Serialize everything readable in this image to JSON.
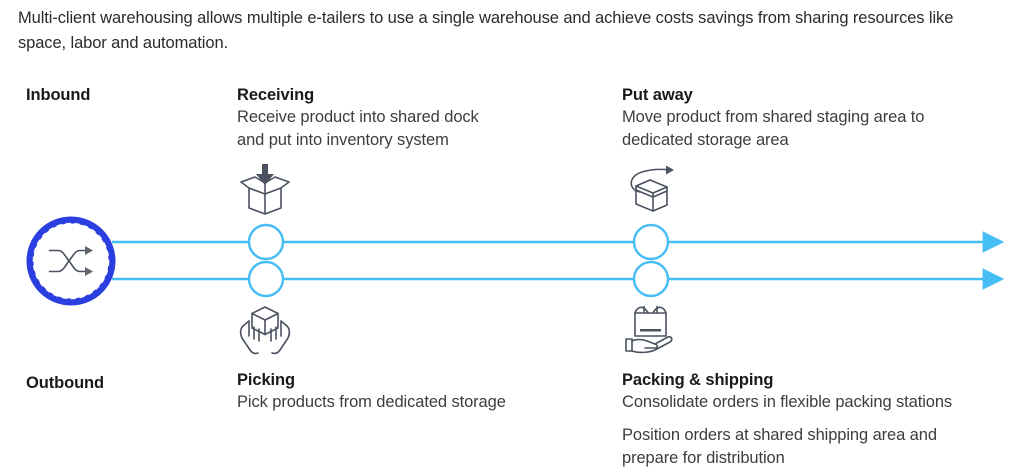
{
  "intro": {
    "text": "Multi-client warehousing allows multiple e-tailers to use a single warehouse and achieve costs savings from sharing resources like space, labor and automation."
  },
  "colors": {
    "hub_ring": "#2b3fe0",
    "rail": "#45bdf5",
    "node_stroke": "#45bdf5",
    "icon_stroke": "#4a5260",
    "heading_text": "#1a1a1a",
    "body_text": "#3d3d3d"
  },
  "diagram": {
    "type": "process-flow",
    "hub": {
      "icon_name": "shuffle-icon",
      "ring_style": "double-ring-dashed"
    },
    "flows": [
      {
        "name": "inbound",
        "label": "Inbound",
        "direction": "left-to-right"
      },
      {
        "name": "outbound",
        "label": "Outbound",
        "direction": "left-to-right"
      }
    ],
    "stages": [
      {
        "key": "receiving",
        "flow": "inbound",
        "title": "Receiving",
        "desc": [
          "Receive product into shared dock",
          "and put into inventory system"
        ],
        "icon_name": "open-box-inbound-arrow-icon",
        "node_label": "receiving-node"
      },
      {
        "key": "put-away",
        "flow": "inbound",
        "title": "Put away",
        "desc": [
          "Move product from shared staging area to",
          "dedicated storage area"
        ],
        "icon_name": "box-move-arrow-icon",
        "node_label": "put-away-node"
      },
      {
        "key": "picking",
        "flow": "outbound",
        "title": "Picking",
        "desc": [
          "Pick products from dedicated storage"
        ],
        "icon_name": "hands-holding-box-icon",
        "node_label": "picking-node"
      },
      {
        "key": "packing-shipping",
        "flow": "outbound",
        "title": "Packing & shipping",
        "desc": [
          "Consolidate orders in flexible packing stations",
          "Position orders at shared shipping area and prepare for distribution"
        ],
        "icon_name": "hand-holding-parcel-icon",
        "node_label": "packing-shipping-node"
      }
    ]
  },
  "stage_text": {
    "receiving": {
      "title": "Receiving",
      "line1": "Receive product into shared dock",
      "line2": "and put into inventory system"
    },
    "put_away": {
      "title": "Put away",
      "line1": "Move product from shared staging area to",
      "line2": "dedicated storage area"
    },
    "picking": {
      "title": "Picking",
      "line1": "Pick products from dedicated storage"
    },
    "packing_shipping": {
      "title": "Packing & shipping",
      "line1": "Consolidate orders in flexible packing stations",
      "line2": "Position orders at shared shipping area and",
      "line3": "prepare for distribution"
    }
  },
  "labels": {
    "inbound": "Inbound",
    "outbound": "Outbound"
  }
}
